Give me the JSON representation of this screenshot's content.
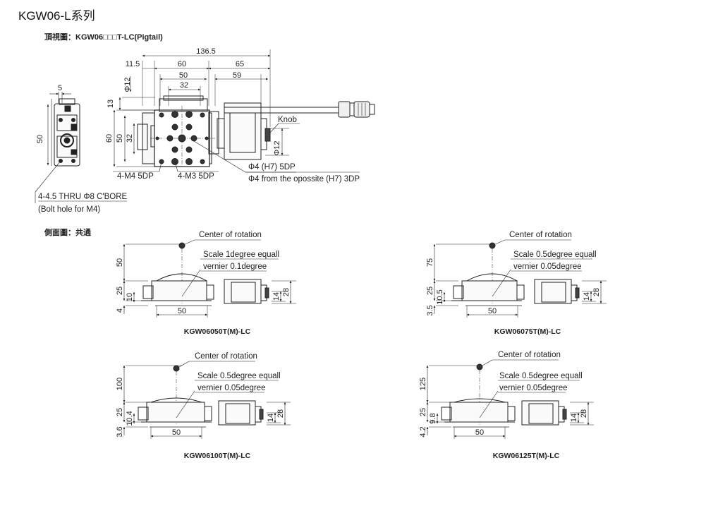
{
  "header": {
    "title": "KGW06-L系列",
    "top_view_label": "頂視圖：KGW06□□□T-LC(Pigtail)",
    "side_view_label": "側面圖：共通"
  },
  "top_view": {
    "dims": {
      "overall": "136.5",
      "left_margin": "11.5",
      "stage_width": "60",
      "motor_length": "65",
      "table_width": "50",
      "motor_body": "59",
      "inner_width": "32",
      "phi12_top": "Φ12",
      "top_margin": "13",
      "height_60": "60",
      "height_50": "50",
      "height_32": "32",
      "phi12_knob": "Φ12"
    },
    "labels": {
      "knob": "Knob",
      "m4": "4-M4 5DP",
      "m3": "4-M3 5DP",
      "pin_hole": "Φ4 (H7) 5DP",
      "pin_hole_opposite": "Φ4 from the opossite (H7) 3DP"
    }
  },
  "end_view": {
    "dims": {
      "width": "5",
      "height": "50"
    },
    "labels": {
      "thru": "4-4.5 THRU Φ8 C'BORE",
      "bolt": "(Bolt hole for M4)"
    }
  },
  "side_views": [
    {
      "model": "KGW06050T(M)-LC",
      "center_of_rotation": "Center of rotation",
      "scale": "Scale 1degree equall",
      "vernier": "vernier 0.1degree",
      "rotation_height": "50",
      "body_height": "25",
      "base_height": "10",
      "bottom": "4",
      "width": "50",
      "motor_small": "14",
      "motor_height": "28"
    },
    {
      "model": "KGW06075T(M)-LC",
      "center_of_rotation": "Center of rotation",
      "scale": "Scale 0.5degree equall",
      "vernier": "vernier 0.05degree",
      "rotation_height": "75",
      "body_height": "25",
      "base_height": "10.5",
      "bottom": "3.5",
      "width": "50",
      "motor_small": "14",
      "motor_height": "28"
    },
    {
      "model": "KGW06100T(M)-LC",
      "center_of_rotation": "Center of rotation",
      "scale": "Scale 0.5degree equall",
      "vernier": "vernier 0.05degree",
      "rotation_height": "100",
      "body_height": "25",
      "base_height": "10.4",
      "bottom": "3.6",
      "width": "50",
      "motor_small": "14",
      "motor_height": "28"
    },
    {
      "model": "KGW06125T(M)-LC",
      "center_of_rotation": "Center of rotation",
      "scale": "Scale 0.5degree equall",
      "vernier": "vernier 0.05degree",
      "rotation_height": "125",
      "body_height": "25",
      "base_height": "9.8",
      "bottom": "4.2",
      "width": "50",
      "motor_small": "14",
      "motor_height": "28"
    }
  ]
}
